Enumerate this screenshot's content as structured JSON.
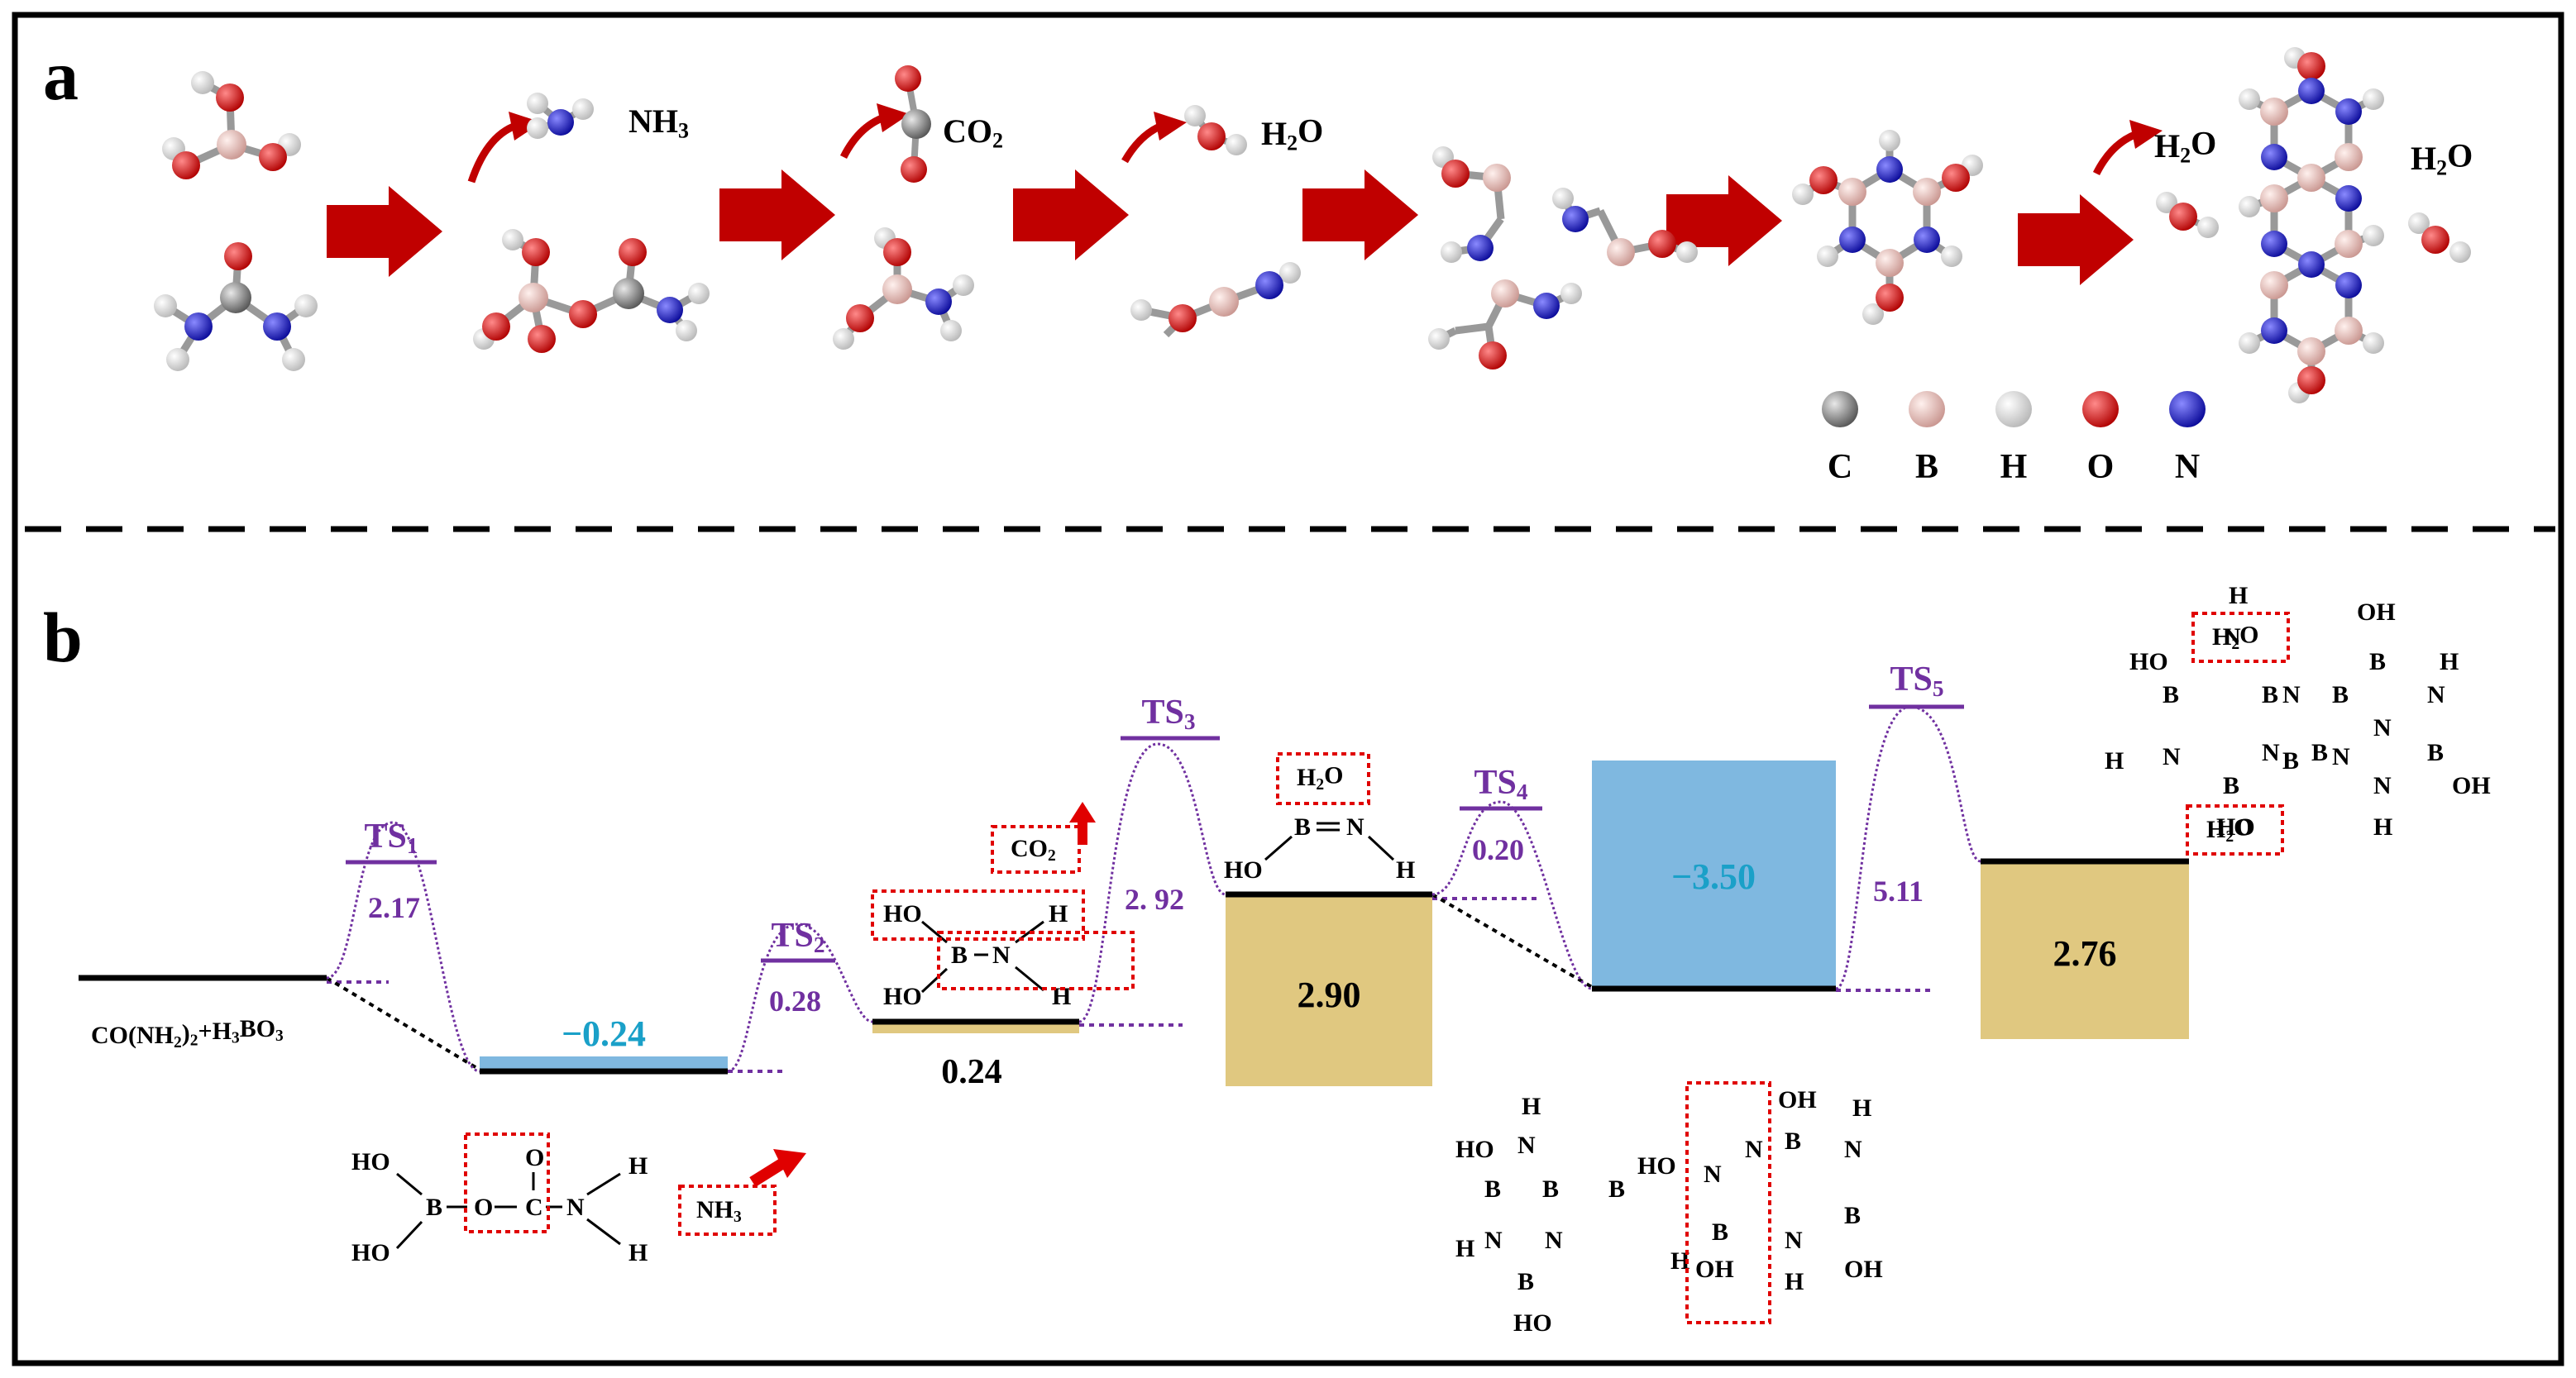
{
  "panels": {
    "a": "a",
    "b": "b"
  },
  "panel_a": {
    "labels": {
      "nh3": "NH3",
      "co2": "CO2",
      "h2o_1": "H2O",
      "h2o_2": "H2O",
      "h2o_3": "H2O"
    },
    "legend": [
      "C",
      "B",
      "H",
      "O",
      "N"
    ],
    "colors": {
      "C": "#7a7a7a",
      "B": "#e8b9b3",
      "H": "#e6e6e6",
      "O": "#e01818",
      "N": "#1a1acc",
      "arrow": "#c00000"
    }
  },
  "panel_b": {
    "reactant_label": "CO(NH2)2+H3BO3",
    "transition_states": [
      "TS1",
      "TS2",
      "TS3",
      "TS4",
      "TS5"
    ],
    "barriers": [
      "2.17",
      "0.28",
      "2. 92",
      "0.20",
      "5.11"
    ],
    "energies": {
      "int1": "−0.24",
      "int2": "0.24",
      "int3": "2.90",
      "int4": "−3.50",
      "int5": "2.76"
    },
    "boxed_labels": {
      "nh3": "NH3",
      "co2": "CO2",
      "h2o_a": "H2O",
      "h2o_b": "H2O",
      "h2o_c": "H2O"
    },
    "structures": {
      "s1": {
        "HO_top": "HO",
        "B": "B",
        "O_link": "O",
        "C": "C",
        "O_top": "O",
        "N": "N",
        "H1": "H",
        "H2": "H",
        "HO_bot": "HO"
      },
      "s2": {
        "HO_top": "HO",
        "B": "B",
        "N": "N",
        "H1": "H",
        "H2": "H",
        "HO_bot": "HO"
      },
      "s3": {
        "HO": "HO",
        "B": "B",
        "N": "N",
        "H": "H"
      }
    },
    "colors": {
      "ts": "#7030a0",
      "cyan": "#1aa0c8",
      "blue_box": "#7fb8e0",
      "gold_box": "#e0c880",
      "red_box": "#e00000"
    }
  }
}
